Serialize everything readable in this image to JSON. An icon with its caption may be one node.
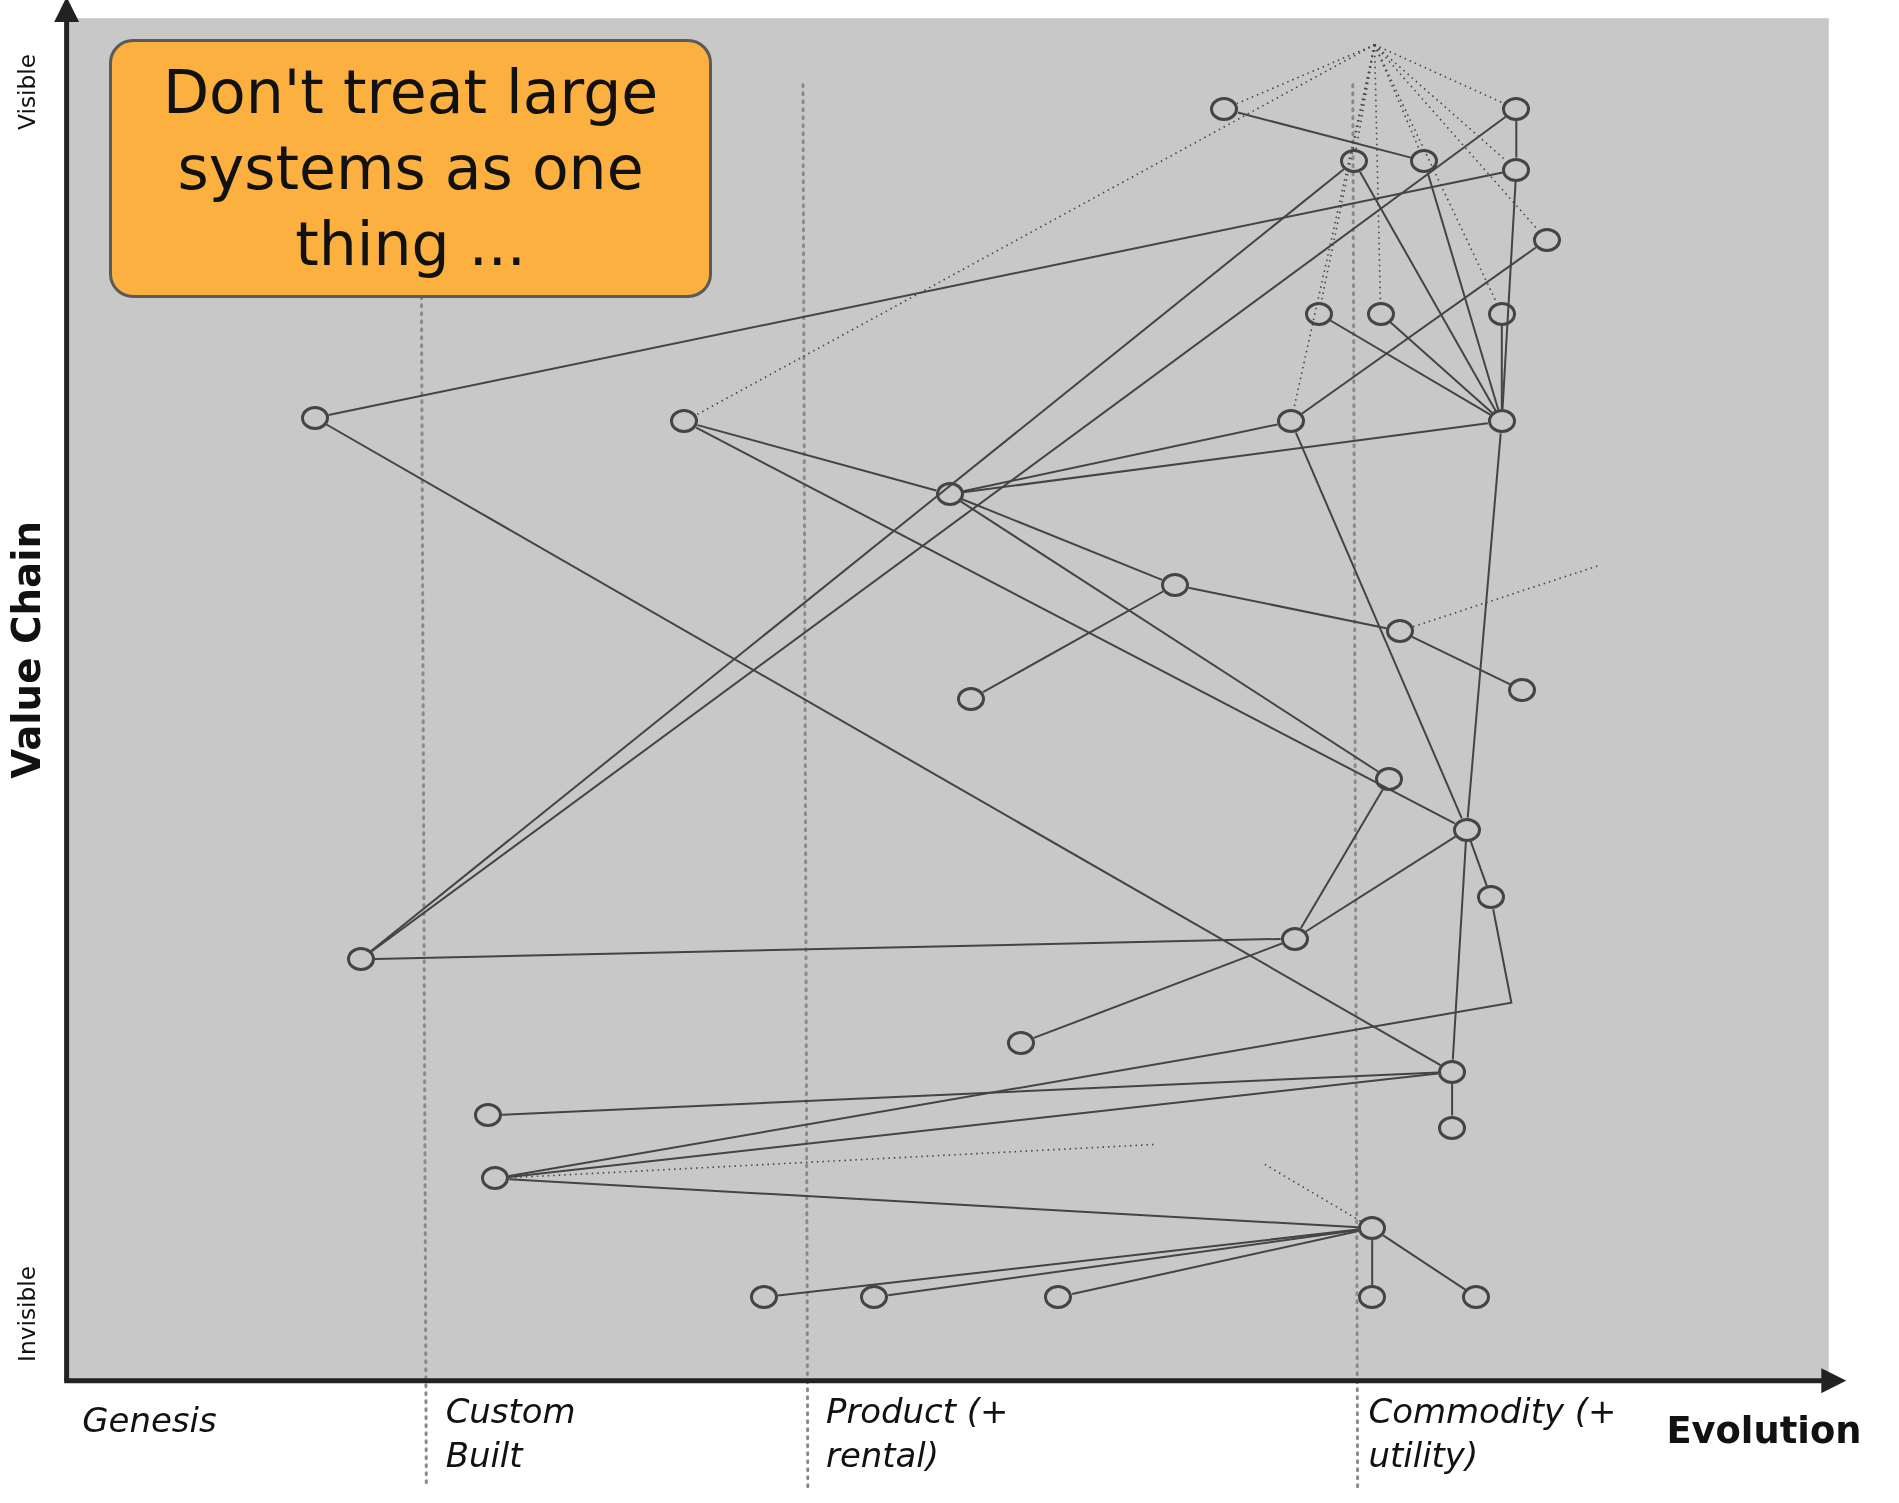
{
  "diagram": {
    "nodes": [
      {
        "text": [
          "Don't treat large systems as one thing ..."
        ]
      },
      {
        "text": [],
        "shape": "circle"
      },
      {
        "text": [],
        "shape": "circle"
      },
      {
        "text": [],
        "shape": "circle"
      },
      {
        "text": [],
        "shape": "circle"
      },
      {
        "text": [],
        "shape": "circle"
      },
      {
        "text": [],
        "shape": "circle"
      },
      {
        "text": [],
        "shape": "circle"
      },
      {
        "text": [],
        "shape": "circle"
      },
      {
        "text": [],
        "shape": "circle"
      },
      {
        "text": [],
        "shape": "circle"
      },
      {
        "text": [],
        "shape": "circle"
      },
      {
        "text": [],
        "shape": "circle"
      },
      {
        "text": [],
        "shape": "circle"
      },
      {
        "text": [],
        "shape": "circle"
      },
      {
        "text": [],
        "shape": "circle"
      },
      {
        "text": [],
        "shape": "circle"
      },
      {
        "text": [],
        "shape": "circle"
      },
      {
        "text": [],
        "shape": "circle"
      },
      {
        "text": [],
        "shape": "circle"
      },
      {
        "text": [],
        "shape": "circle"
      },
      {
        "text": [],
        "shape": "circle"
      },
      {
        "text": [],
        "shape": "circle"
      },
      {
        "text": [],
        "shape": "circle"
      },
      {
        "text": [],
        "shape": "circle"
      },
      {
        "text": [],
        "shape": "circle"
      },
      {
        "text": [],
        "shape": "circle"
      },
      {
        "text": [],
        "shape": "circle"
      },
      {
        "text": [],
        "shape": "circle"
      },
      {
        "text": [],
        "shape": "circle"
      },
      {
        "text": [],
        "shape": "circle"
      },
      {
        "text": [],
        "shape": "circle"
      },
      {
        "text": [],
        "shape": "circle"
      },
      {
        "text": [],
        "shape": "circle"
      },
      {
        "text": [],
        "shape": "circle"
      }
    ],
    "edges": [
      {
        "from": 1,
        "to": 4,
        "arrow": "none"
      },
      {
        "from": 2,
        "to": 5,
        "arrow": "none"
      },
      {
        "from": 22,
        "to": 3,
        "arrow": "none"
      },
      {
        "from": 22,
        "to": 2,
        "arrow": "none"
      },
      {
        "from": 10,
        "to": 5,
        "arrow": "none"
      },
      {
        "from": 5,
        "to": 13,
        "arrow": "none"
      },
      {
        "from": 9,
        "to": 13,
        "arrow": "none"
      },
      {
        "from": 3,
        "to": 13,
        "arrow": "none"
      },
      {
        "from": 4,
        "to": 13,
        "arrow": "none"
      },
      {
        "from": 7,
        "to": 13,
        "arrow": "none"
      },
      {
        "from": 8,
        "to": 13,
        "arrow": "none"
      },
      {
        "from": 6,
        "to": 12,
        "arrow": "none"
      },
      {
        "from": 12,
        "to": 14,
        "arrow": "none"
      },
      {
        "from": 13,
        "to": 14,
        "arrow": "none"
      },
      {
        "from": 11,
        "to": 14,
        "arrow": "none"
      },
      {
        "from": 11,
        "to": 20,
        "arrow": "none"
      },
      {
        "from": 14,
        "to": 19,
        "arrow": "none"
      },
      {
        "from": 14,
        "to": 15,
        "arrow": "none"
      },
      {
        "from": 15,
        "to": 17,
        "arrow": "none"
      },
      {
        "from": 15,
        "to": 16,
        "arrow": "none"
      },
      {
        "from": 16,
        "to": 18,
        "arrow": "none"
      },
      {
        "from": 12,
        "to": 20,
        "arrow": "none"
      },
      {
        "from": 13,
        "to": 20,
        "arrow": "none"
      },
      {
        "from": 10,
        "to": 25,
        "arrow": "none"
      },
      {
        "from": 19,
        "to": 23,
        "arrow": "none"
      },
      {
        "from": 20,
        "to": 23,
        "arrow": "none"
      },
      {
        "from": 20,
        "to": 25,
        "arrow": "none"
      },
      {
        "from": 20,
        "to": 21,
        "arrow": "none"
      },
      {
        "from": 21,
        "to": 28,
        "arrow": "none"
      },
      {
        "from": 22,
        "to": 23,
        "arrow": "none"
      },
      {
        "from": 23,
        "to": 24,
        "arrow": "none"
      },
      {
        "from": 25,
        "to": 26,
        "arrow": "none"
      },
      {
        "from": 25,
        "to": 28,
        "arrow": "none"
      },
      {
        "from": 25,
        "to": 27,
        "arrow": "none"
      },
      {
        "from": 28,
        "to": 29,
        "arrow": "none"
      },
      {
        "from": 29,
        "to": 30,
        "arrow": "none"
      },
      {
        "from": 29,
        "to": 31,
        "arrow": "none"
      },
      {
        "from": 29,
        "to": 32,
        "arrow": "none"
      },
      {
        "from": 29,
        "to": 33,
        "arrow": "none"
      },
      {
        "from": 29,
        "to": 34,
        "arrow": "none"
      },
      {
        "from": null,
        "to": 1,
        "arrow": "none",
        "style": "dashed"
      },
      {
        "from": null,
        "to": 11,
        "arrow": "none",
        "style": "dashed"
      },
      {
        "from": null,
        "to": 3,
        "arrow": "none",
        "style": "dashed"
      },
      {
        "from": null,
        "to": 7,
        "arrow": "none",
        "style": "dashed"
      },
      {
        "from": null,
        "to": 12,
        "arrow": "none",
        "style": "dashed"
      },
      {
        "from": null,
        "to": 8,
        "arrow": "none",
        "style": "dashed"
      },
      {
        "from": null,
        "to": 4,
        "arrow": "none",
        "style": "dashed"
      },
      {
        "from": null,
        "to": 9,
        "arrow": "none",
        "style": "dashed"
      },
      {
        "from": null,
        "to": 5,
        "arrow": "none",
        "style": "dashed"
      },
      {
        "from": null,
        "to": 6,
        "arrow": "none",
        "style": "dashed"
      },
      {
        "from": null,
        "to": 2,
        "arrow": "none",
        "style": "dashed"
      },
      {
        "from": 16,
        "to": null,
        "arrow": "none",
        "style": "dashed"
      },
      {
        "from": 28,
        "to": null,
        "arrow": "none",
        "style": "dashed"
      },
      {
        "from": 29,
        "to": null,
        "arrow": "none",
        "style": "dashed"
      }
    ],
    "labels": [
      "Visible",
      "Value Chain",
      "Invisible",
      "Genesis",
      "Custom Built",
      "Product (+ rental)",
      "Commodity (+ utility)",
      "Evolution"
    ]
  }
}
